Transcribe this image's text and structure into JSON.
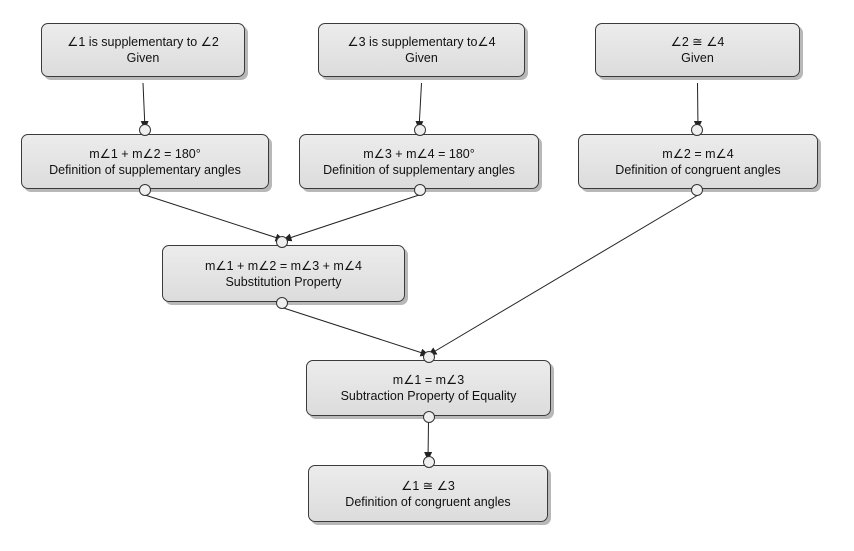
{
  "diagram": {
    "nodes": [
      {
        "id": "n1",
        "statement": "∠1 is supplementary to ∠2",
        "reason": "Given"
      },
      {
        "id": "n2",
        "statement": "∠3 is supplementary to∠4",
        "reason": "Given"
      },
      {
        "id": "n3",
        "statement": "∠2 ≅ ∠4",
        "reason": "Given"
      },
      {
        "id": "n4",
        "statement": "m∠1 + m∠2 = 180°",
        "reason": "Definition of supplementary angles"
      },
      {
        "id": "n5",
        "statement": "m∠3 + m∠4 = 180°",
        "reason": "Definition of supplementary angles"
      },
      {
        "id": "n6",
        "statement": "m∠2 = m∠4",
        "reason": "Definition of congruent angles"
      },
      {
        "id": "n7",
        "statement": "m∠1 + m∠2 = m∠3 + m∠4",
        "reason": "Substitution Property"
      },
      {
        "id": "n8",
        "statement": "m∠1 = m∠3",
        "reason": "Subtraction Property of Equality"
      },
      {
        "id": "n9",
        "statement": "∠1 ≅ ∠3",
        "reason": "Definition of congruent angles"
      }
    ],
    "edges": [
      {
        "from": "n1",
        "to": "n4"
      },
      {
        "from": "n2",
        "to": "n5"
      },
      {
        "from": "n3",
        "to": "n6"
      },
      {
        "from": "n4",
        "to": "n7"
      },
      {
        "from": "n5",
        "to": "n7"
      },
      {
        "from": "n6",
        "to": "n8"
      },
      {
        "from": "n7",
        "to": "n8"
      },
      {
        "from": "n8",
        "to": "n9"
      }
    ],
    "colors": {
      "box_fill": "#e4e4e4",
      "box_border": "#3b3b3b",
      "arrow": "#222222"
    }
  }
}
